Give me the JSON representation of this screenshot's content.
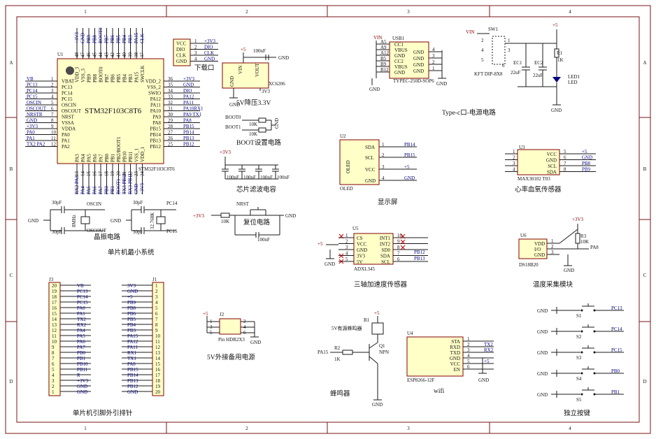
{
  "border": {
    "cols": [
      "1",
      "2",
      "3",
      "4"
    ],
    "rows": [
      "A",
      "B",
      "C",
      "D"
    ]
  },
  "titles": {
    "mcu_system": "单片机最小系统",
    "crystal": "晶振电路",
    "download": "下载口",
    "ldo": "5V降压3.3V",
    "boot": "BOOT设置电路",
    "filter": "芯片滤波电容",
    "reset": "复位电路",
    "typec": "Type-c口-电源电路",
    "display": "显示屏",
    "heart": "心率血氧传感器",
    "accel": "三轴加速度传感器",
    "temp": "温度采集模块",
    "header": "单片机引脚外引排针",
    "ext_power": "5V外接备用电源",
    "buzzer": "蜂鸣器",
    "wifi": "wifi",
    "keys": "独立按键"
  },
  "u1": {
    "ref": "U1",
    "part": "STM32F103C8T6",
    "part2": "STM32F103C8T6",
    "left_pins": [
      {
        "num": "1",
        "name": "VBAT",
        "net": "VB"
      },
      {
        "num": "2",
        "name": "PC13",
        "net": "PC13"
      },
      {
        "num": "3",
        "name": "PC14",
        "net": "PC14"
      },
      {
        "num": "4",
        "name": "PC15",
        "net": "PC15"
      },
      {
        "num": "5",
        "name": "OSCIN",
        "net": "OSCIN"
      },
      {
        "num": "6",
        "name": "OSCOUT",
        "net": "OSCOUT"
      },
      {
        "num": "7",
        "name": "NRST",
        "net": "NRSTR"
      },
      {
        "num": "8",
        "name": "VSSA",
        "net": "GND"
      },
      {
        "num": "9",
        "name": "VDDA",
        "net": "+3V3"
      },
      {
        "num": "10",
        "name": "PA0",
        "net": "PA0"
      },
      {
        "num": "11",
        "name": "PA1",
        "net": "PA1"
      },
      {
        "num": "12",
        "name": "PA2",
        "net": "TX2 PA2"
      }
    ],
    "right_pins": [
      {
        "num": "36",
        "name": "VDD_2",
        "net": "+3V3"
      },
      {
        "num": "35",
        "name": "VSS_2",
        "net": "GND"
      },
      {
        "num": "34",
        "name": "SWIO",
        "net": "DIO"
      },
      {
        "num": "33",
        "name": "PA12",
        "net": "PA12"
      },
      {
        "num": "32",
        "name": "PA11",
        "net": "PA11"
      },
      {
        "num": "31",
        "name": "PA10",
        "net": "PA10RX1"
      },
      {
        "num": "30",
        "name": "PA9",
        "net": "PA9 TX1"
      },
      {
        "num": "29",
        "name": "PA8",
        "net": "PA8"
      },
      {
        "num": "28",
        "name": "PB15",
        "net": "PB15"
      },
      {
        "num": "27",
        "name": "PB14",
        "net": "PB14"
      },
      {
        "num": "26",
        "name": "PB13",
        "net": "PB13"
      },
      {
        "num": "25",
        "name": "PB12",
        "net": "PB12"
      }
    ],
    "top_pins": [
      {
        "num": "48",
        "name": "VDD_3",
        "net": "+3V3"
      },
      {
        "num": "47",
        "name": "VSS_3",
        "net": "GND"
      },
      {
        "num": "46",
        "name": "PB9",
        "net": "PB9"
      },
      {
        "num": "45",
        "name": "PB8",
        "net": "PB8"
      },
      {
        "num": "44",
        "name": "BOOT0",
        "net": "BOOT0"
      },
      {
        "num": "43",
        "name": "PB7",
        "net": "PB7"
      },
      {
        "num": "42",
        "name": "PB6",
        "net": "PB6"
      },
      {
        "num": "41",
        "name": "PB5",
        "net": "PB5"
      },
      {
        "num": "40",
        "name": "PB4",
        "net": "PB4"
      },
      {
        "num": "39",
        "name": "PB3",
        "net": "PB3"
      },
      {
        "num": "38",
        "name": "PA15",
        "net": "PA15"
      },
      {
        "num": "37",
        "name": "SWCLK",
        "net": "CLK"
      }
    ],
    "bottom_pins": [
      {
        "num": "13",
        "name": "PA3",
        "net": "RX2 PA3"
      },
      {
        "num": "14",
        "name": "PA4",
        "net": "PA4"
      },
      {
        "num": "15",
        "name": "PA5",
        "net": "PA5"
      },
      {
        "num": "16",
        "name": "PA6",
        "net": "PA6"
      },
      {
        "num": "17",
        "name": "PA7",
        "net": "PA7"
      },
      {
        "num": "18",
        "name": "PB0",
        "net": "PB0"
      },
      {
        "num": "19",
        "name": "PB1",
        "net": "PB1"
      },
      {
        "num": "20",
        "name": "PB2/BOOT1",
        "net": "BOOT1"
      },
      {
        "num": "21",
        "name": "PB10",
        "net": "TX3 PB10"
      },
      {
        "num": "22",
        "name": "PB11",
        "net": "RX3 PB11"
      },
      {
        "num": "23",
        "name": "VSS_1",
        "net": "GND"
      },
      {
        "num": "24",
        "name": "VDD_1",
        "net": "+3V3"
      }
    ]
  },
  "crystal": {
    "y1": "8MHz",
    "y2": "32.768K",
    "c": "30pF",
    "oscin": "OSCIN",
    "oscout": "OSCOUT",
    "pc14": "PC14",
    "pc15": "PC15",
    "gnd": "GND"
  },
  "download": {
    "pins": [
      {
        "num": "1",
        "name": "VCC",
        "net": "+3V3"
      },
      {
        "num": "2",
        "name": "DIO",
        "net": "DIO"
      },
      {
        "num": "3",
        "name": "CLK",
        "net": "CLK"
      },
      {
        "num": "4",
        "name": "GND",
        "net": "GND"
      }
    ]
  },
  "ldo": {
    "part": "XC6206",
    "vin": "VIN",
    "vout": "VOUT",
    "gnd": "GND",
    "in": "+5",
    "out": "3V3",
    "cap": "100nF",
    "gnd_label": "GND"
  },
  "boot": {
    "boot0": "BOOT0",
    "boot1": "BOOT1",
    "r": "10K",
    "gnd": "GND"
  },
  "filter": {
    "rail": "+3V3",
    "caps": [
      "100nF",
      "100nF",
      "100nF",
      "100nF"
    ]
  },
  "reset": {
    "net": "NRST",
    "vcc": "+3V3",
    "r": "10K",
    "c": "100nF",
    "gnd": "GND"
  },
  "typec": {
    "ref": "USB1",
    "part": "TYPEC-250D-SOP6",
    "vin": "VIN",
    "left": [
      "A5",
      "A9",
      "A12",
      "B5",
      "B9",
      "B12"
    ],
    "left_names": [
      "CC1",
      "VBUS",
      "GND",
      "CC2",
      "VBUS",
      "GND"
    ],
    "right_names": [
      "GND",
      "GND",
      "GND",
      "GND"
    ],
    "right_nums": [
      "4",
      "3",
      "2",
      "1"
    ],
    "gnd": "GND"
  },
  "power": {
    "vin": "VIN",
    "sw": "SW1",
    "sw_part": "KFT DIP-8X8",
    "sw_pins": [
      "2",
      "1",
      "3",
      "4",
      "5",
      "6"
    ],
    "ec1": "EC1",
    "ec2": "EC2",
    "ec1_val": "22uF",
    "ec2_val": "22uF",
    "r": "R1",
    "r_val": "1K",
    "led": "LED1",
    "led_val": "LED",
    "plus": "+5",
    "gnd": "GND"
  },
  "oled": {
    "ref": "U2",
    "part": "OLED",
    "name": "OLED",
    "pins": [
      {
        "name": "SDA",
        "num": "1",
        "net": "PB14"
      },
      {
        "name": "SCL",
        "num": "2",
        "net": "PB15"
      },
      {
        "name": "VCC",
        "num": "3",
        "net": "+5"
      },
      {
        "name": "GND",
        "num": "4",
        "net": "GND"
      }
    ]
  },
  "max": {
    "ref": "U3",
    "part": "MAX30102 T03",
    "pins": [
      {
        "num": "1",
        "name": "VCC",
        "num2": "5",
        "net": "+5"
      },
      {
        "num": "2",
        "name": "GND",
        "num2": "6",
        "net": "GND"
      },
      {
        "num": "3",
        "name": "SCL",
        "num2": "7",
        "net": "PB8"
      },
      {
        "num": "4",
        "name": "SDA",
        "num2": "8",
        "net": "PB9"
      }
    ]
  },
  "adxl": {
    "ref": "U5",
    "part": "ADXL345",
    "left": [
      "CS",
      "VCC",
      "GND",
      "3V3",
      "5V"
    ],
    "left_nums": [
      "1",
      "2",
      "3",
      "4",
      "5"
    ],
    "right": [
      "INT1",
      "INT2",
      "SD0",
      "SDA",
      "SCL"
    ],
    "right_nums": [
      "10",
      "9",
      "8",
      "7",
      "6"
    ],
    "nets": {
      "sda": "PB12",
      "scl": "PB13",
      "plus": "+5",
      "gnd": "GND"
    }
  },
  "ds18": {
    "ref": "U6",
    "part": "DS18B20",
    "pins": [
      "VDD",
      "I/O",
      "GND"
    ],
    "nums": [
      "1",
      "2",
      "3"
    ],
    "r": "R3",
    "r_val": "10K",
    "vcc": "+3V3",
    "net": "PA8",
    "gnd": "GND"
  },
  "j3": {
    "ref": "J3",
    "nums": [
      "20",
      "19",
      "18",
      "17",
      "16",
      "15",
      "14",
      "13",
      "12",
      "11",
      "10",
      "9",
      "8",
      "7",
      "6",
      "5",
      "4",
      "3",
      "2",
      "1"
    ],
    "nets": [
      "VB",
      "PC13",
      "PC14",
      "PC15",
      "PA0",
      "PA1",
      "TX2",
      "RX2",
      "PA4",
      "PA5",
      "PA6",
      "PA7",
      "PB0",
      "PB1",
      "PB10",
      "PB11",
      "R",
      "+3V3",
      "GND",
      "GND"
    ]
  },
  "j1": {
    "ref": "J1",
    "nums": [
      "1",
      "2",
      "3",
      "4",
      "5",
      "6",
      "7",
      "8",
      "9",
      "10",
      "11",
      "12",
      "13",
      "14",
      "15",
      "16",
      "17",
      "18",
      "19",
      "20"
    ],
    "nets": [
      "3V3",
      "GND",
      "+5",
      "PB9",
      "PB8",
      "PB6",
      "PB5",
      "PB4",
      "PB3",
      "PA15",
      "PA12",
      "PA11",
      "RX1",
      "TX1",
      "PA8",
      "PB15",
      "PB14",
      "PB13",
      "PB12",
      "GND"
    ]
  },
  "ext": {
    "ref": "J2",
    "part": "Pin HDR2X3",
    "plus": "+5",
    "gnd": "GND",
    "pins": [
      "1",
      "2",
      "3",
      "4",
      "5",
      "6"
    ]
  },
  "buzz": {
    "ref": "B1",
    "label": "5V有源蜂鸣器",
    "plus": "+5",
    "q": "Q1",
    "q_type": "NPN",
    "r": "R2",
    "r_val": "1K",
    "net": "PA15",
    "gnd": "GND"
  },
  "esp": {
    "ref": "U4",
    "part": "ESP8266-12F",
    "pins": [
      {
        "name": "STA",
        "num": "1",
        "net": ""
      },
      {
        "name": "RXD",
        "num": "2",
        "net": "TX2"
      },
      {
        "name": "TXD",
        "num": "3",
        "net": "RX2"
      },
      {
        "name": "GND",
        "num": "4",
        "net": ""
      },
      {
        "name": "VCC",
        "num": "5",
        "net": "+5"
      },
      {
        "name": "EN",
        "num": "6",
        "net": ""
      }
    ],
    "gnd": "GND"
  },
  "keys": [
    {
      "ref": "S1",
      "net": "PC13",
      "gnd": "GND"
    },
    {
      "ref": "S2",
      "net": "PC14",
      "gnd": "GND"
    },
    {
      "ref": "S3",
      "net": "PC15",
      "gnd": "GND"
    },
    {
      "ref": "S4",
      "net": "PB0",
      "gnd": "GND"
    },
    {
      "ref": "S5",
      "net": "PB1",
      "gnd": "GND"
    }
  ]
}
